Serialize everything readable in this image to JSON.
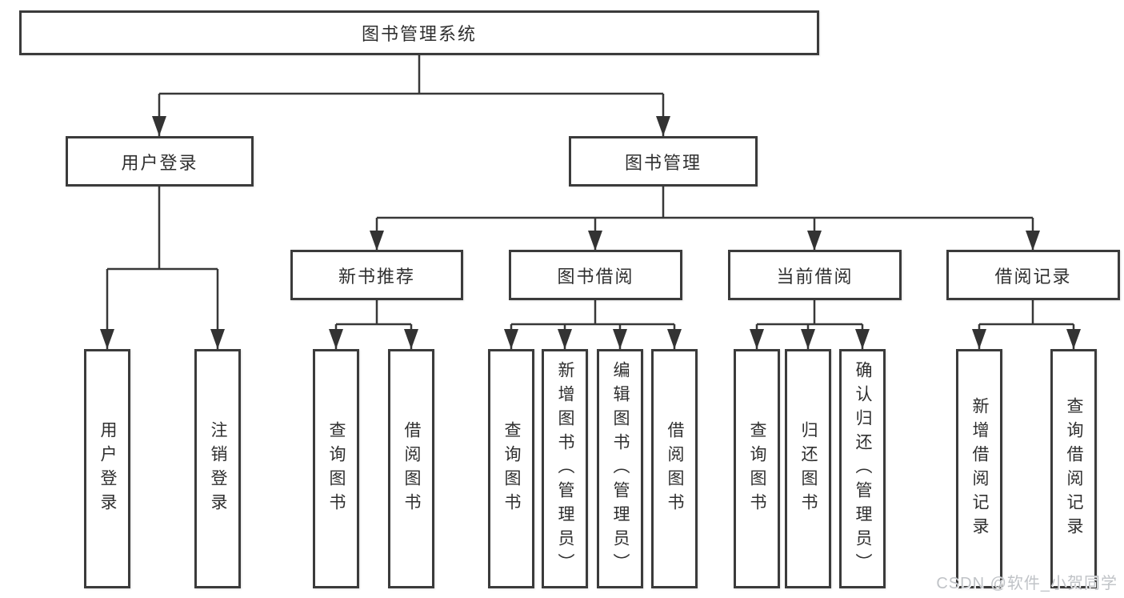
{
  "tree": {
    "label": "图书管理系统",
    "children": [
      {
        "label": "用户登录",
        "children": [
          {
            "label": "用户登录"
          },
          {
            "label": "注销登录"
          }
        ]
      },
      {
        "label": "图书管理",
        "children": [
          {
            "label": "新书推荐",
            "children": [
              {
                "label": "查询图书"
              },
              {
                "label": "借阅图书"
              }
            ]
          },
          {
            "label": "图书借阅",
            "children": [
              {
                "label": "查询图书"
              },
              {
                "label": "新增图书（管理员）"
              },
              {
                "label": "编辑图书（管理员）"
              },
              {
                "label": "借阅图书"
              }
            ]
          },
          {
            "label": "当前借阅",
            "children": [
              {
                "label": "查询图书"
              },
              {
                "label": "归还图书"
              },
              {
                "label": "确认归还（管理员）"
              }
            ]
          },
          {
            "label": "借阅记录",
            "children": [
              {
                "label": "新增借阅记录"
              },
              {
                "label": "查询借阅记录"
              }
            ]
          }
        ]
      }
    ]
  },
  "watermark": {
    "text": "CSDN @软件_小贺同学"
  },
  "colors": {
    "background": "#ffffff",
    "box_border": "#3b3b3b",
    "line": "#383838",
    "arrow": "#333333",
    "text": "#2f2f2f",
    "watermark": "#c0c3c7"
  }
}
